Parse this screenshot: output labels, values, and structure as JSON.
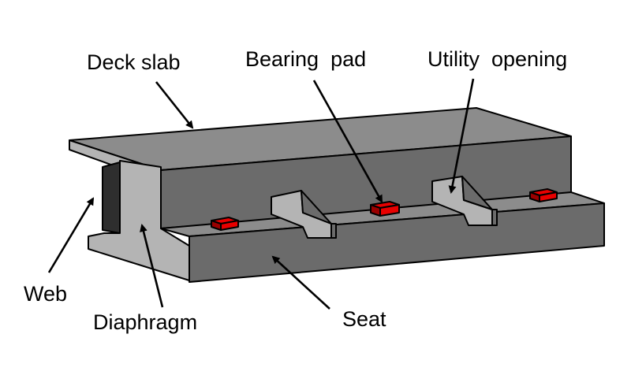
{
  "labels": {
    "deck_slab": "Deck slab",
    "bearing_pad": "Bearing  pad",
    "utility_opening": "Utility  opening",
    "web": "Web",
    "diaphragm": "Diaphragm",
    "seat": "Seat"
  },
  "colors": {
    "top_face": "#8c8c8c",
    "face_dark": "#6b6b6b",
    "face_light": "#b4b4b4",
    "shadow": "#2e2e2e",
    "pad_red": "#e80000",
    "pad_dark": "#9a0000",
    "edge": "#000000"
  }
}
